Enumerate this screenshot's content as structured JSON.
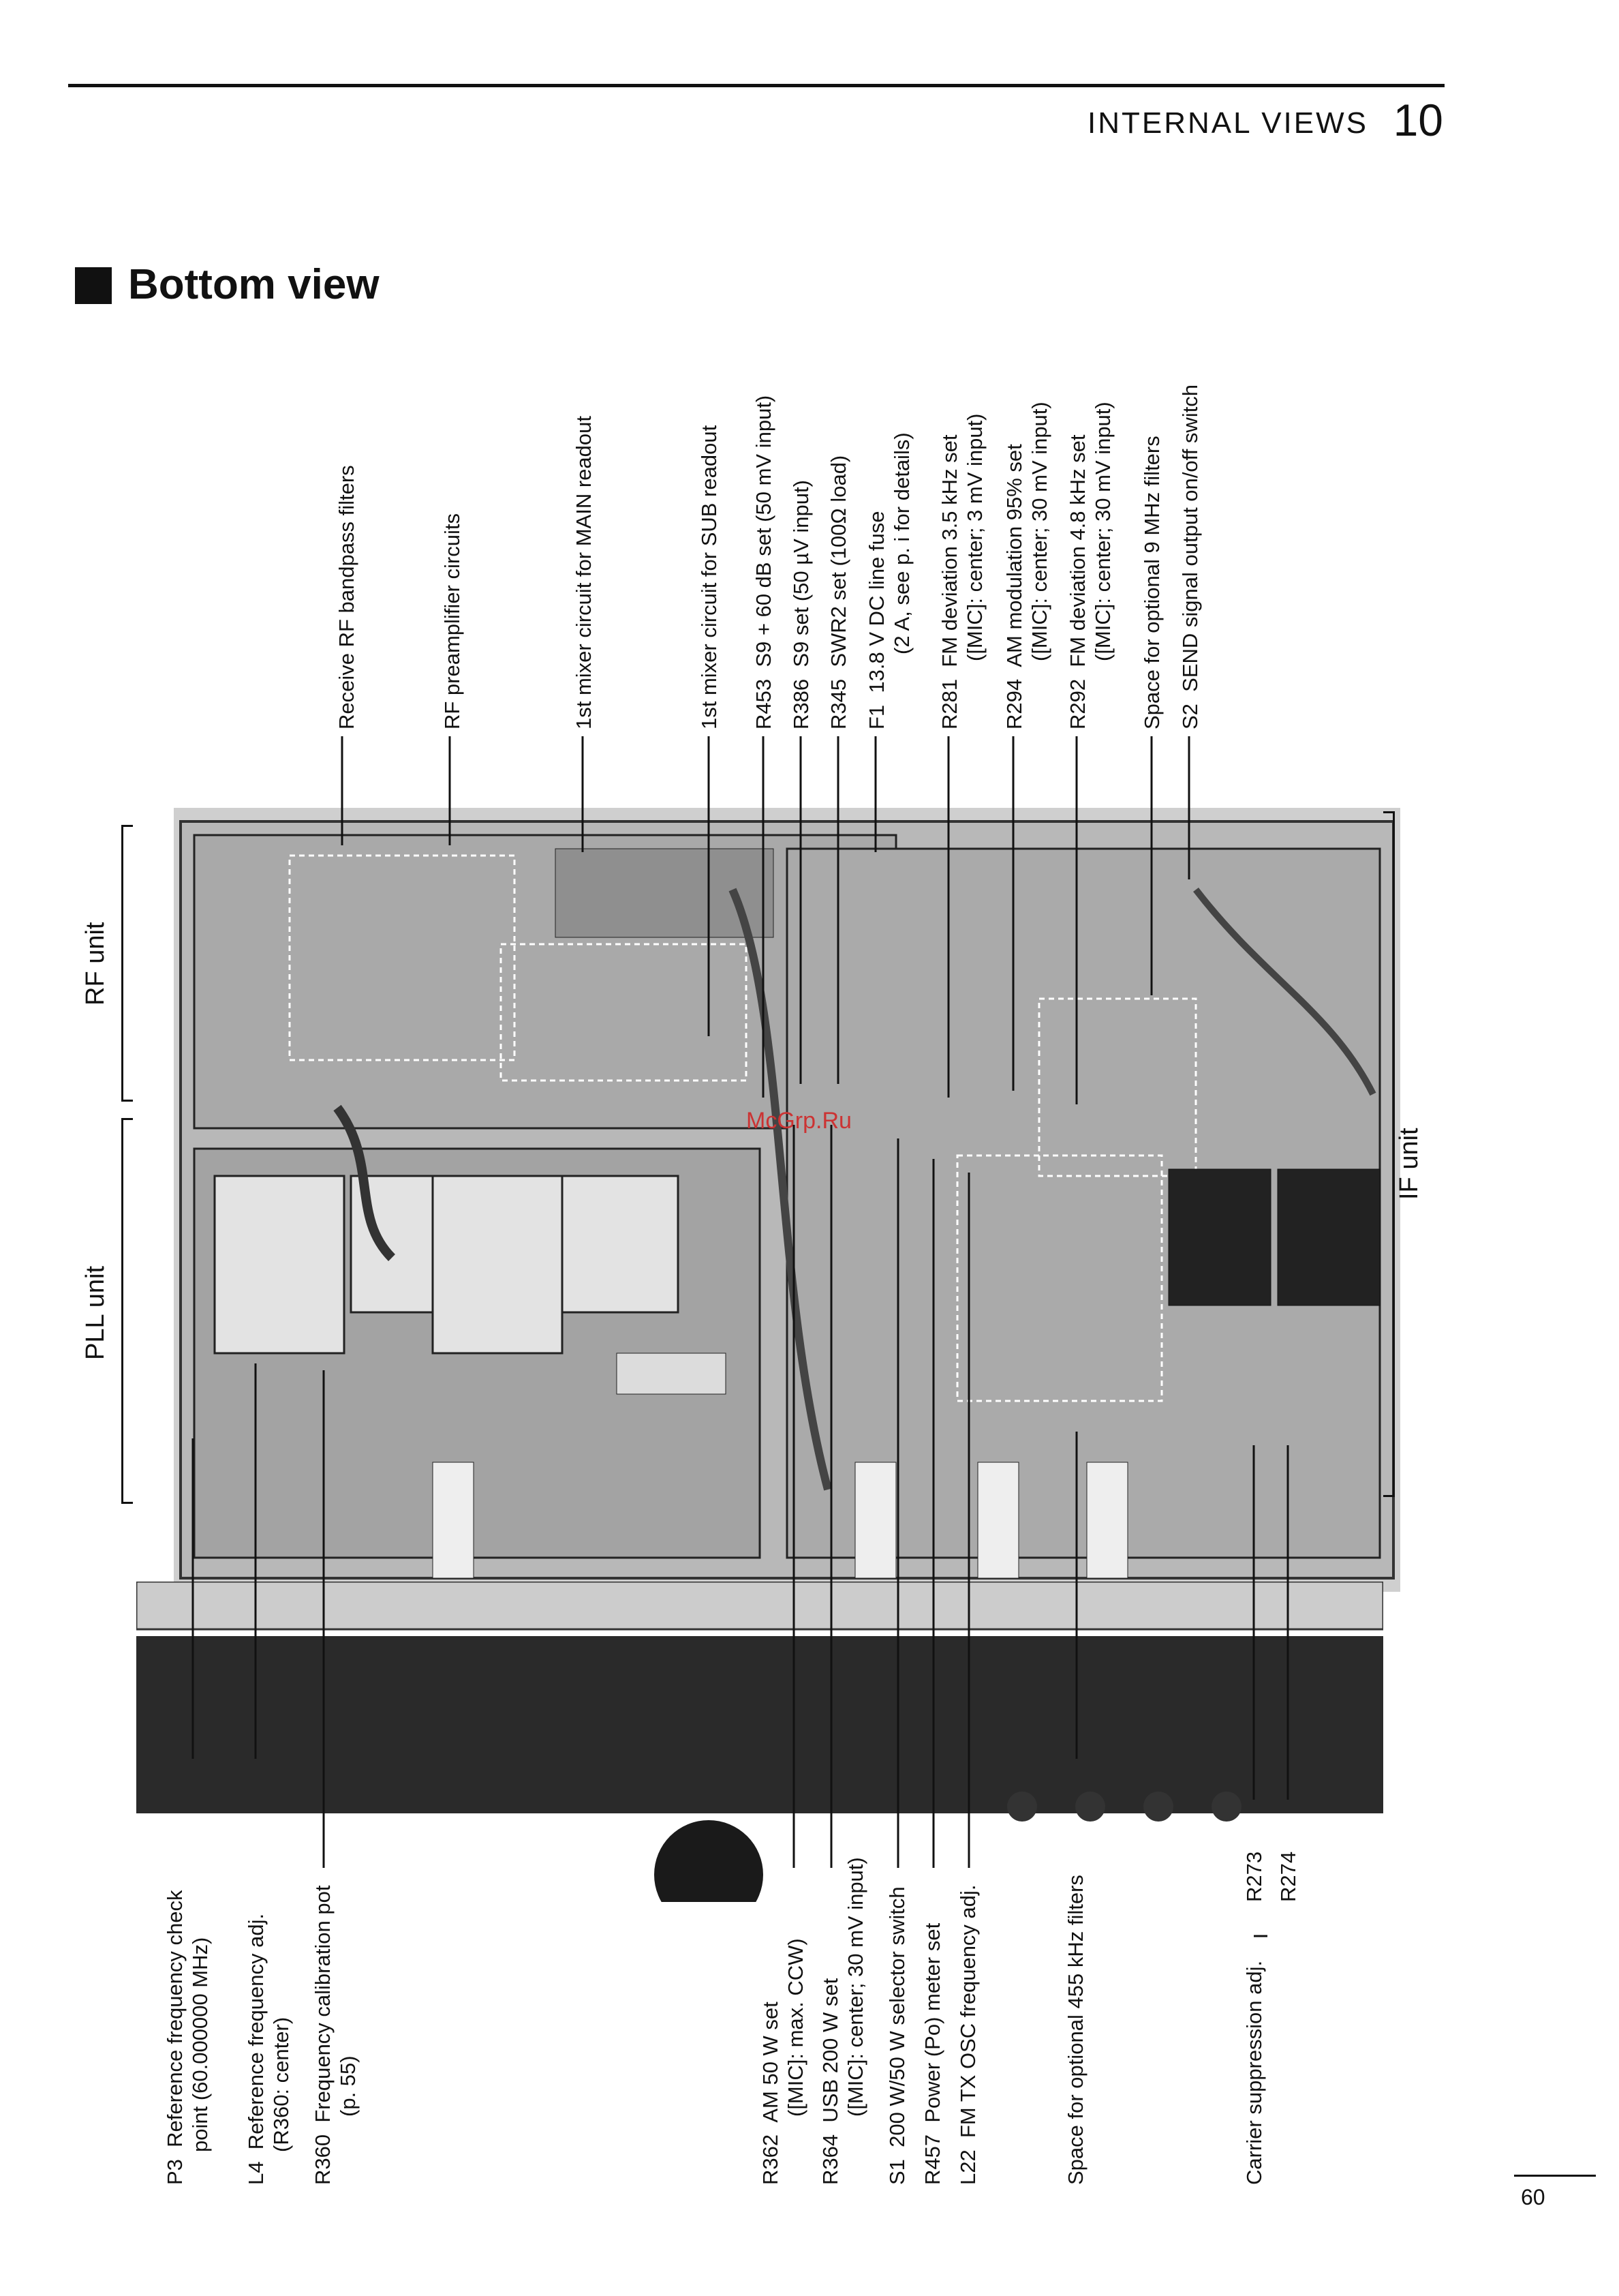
{
  "header": {
    "chapter_title": "INTERNAL VIEWS",
    "chapter_number": "10"
  },
  "section": {
    "title": "Bottom view"
  },
  "photo": {
    "description_icon": "transceiver-bottom-internal-photo",
    "watermark": "McGrp.Ru"
  },
  "unit_labels": {
    "rf": "RF unit",
    "pll": "PLL unit",
    "if": "IF unit"
  },
  "top_callouts": [
    {
      "ref": "",
      "text": "Receive RF bandpass filters",
      "sub": ""
    },
    {
      "ref": "",
      "text": "RF preamplifier circuits",
      "sub": ""
    },
    {
      "ref": "",
      "text": "1st mixer circuit for MAIN readout",
      "sub": ""
    },
    {
      "ref": "",
      "text": "1st mixer circuit for SUB readout",
      "sub": ""
    },
    {
      "ref": "R453",
      "text": "S9 + 60 dB set (50 mV input)",
      "sub": ""
    },
    {
      "ref": "R386",
      "text": "S9 set (50 µV input)",
      "sub": ""
    },
    {
      "ref": "R345",
      "text": "SWR2 set (100Ω load)",
      "sub": ""
    },
    {
      "ref": "F1",
      "text": "13.8 V DC line fuse",
      "sub": "(2 A, see p. i for details)"
    },
    {
      "ref": "R281",
      "text": "FM deviation 3.5 kHz set",
      "sub": "([MIC]: center; 3 mV input)"
    },
    {
      "ref": "R294",
      "text": "AM modulation 95% set",
      "sub": "([MIC]: center; 30 mV input)"
    },
    {
      "ref": "R292",
      "text": "FM deviation 4.8 kHz set",
      "sub": "([MIC]: center; 30 mV input)"
    },
    {
      "ref": "",
      "text": "Space for optional 9 MHz filters",
      "sub": ""
    },
    {
      "ref": "S2",
      "text": "SEND signal output on/off switch",
      "sub": ""
    }
  ],
  "bottom_callouts": [
    {
      "ref": "P3",
      "text": "Reference frequency check",
      "sub": "point (60.000000 MHz)"
    },
    {
      "ref": "L4",
      "text": "Reference frequency adj.",
      "sub": "(R360: center)"
    },
    {
      "ref": "R360",
      "text": "Frequency calibration pot",
      "sub": "(p. 55)"
    },
    {
      "ref": "R362",
      "text": "AM 50 W set",
      "sub": "([MIC]: max. CCW)"
    },
    {
      "ref": "R364",
      "text": "USB 200 W set",
      "sub": "([MIC]: center; 30 mV input)"
    },
    {
      "ref": "S1",
      "text": "200 W/50 W selector switch",
      "sub": ""
    },
    {
      "ref": "R457",
      "text": "Power (Po) meter set",
      "sub": ""
    },
    {
      "ref": "L22",
      "text": "FM TX OSC frequency adj.",
      "sub": ""
    },
    {
      "ref": "",
      "text": "Space for optional 455 kHz filters",
      "sub": ""
    },
    {
      "ref": "",
      "text": "Carrier suppression adj.",
      "sub": ""
    }
  ],
  "carrier_refs": [
    "R273",
    "R274"
  ],
  "footer": {
    "page_number": "60"
  }
}
